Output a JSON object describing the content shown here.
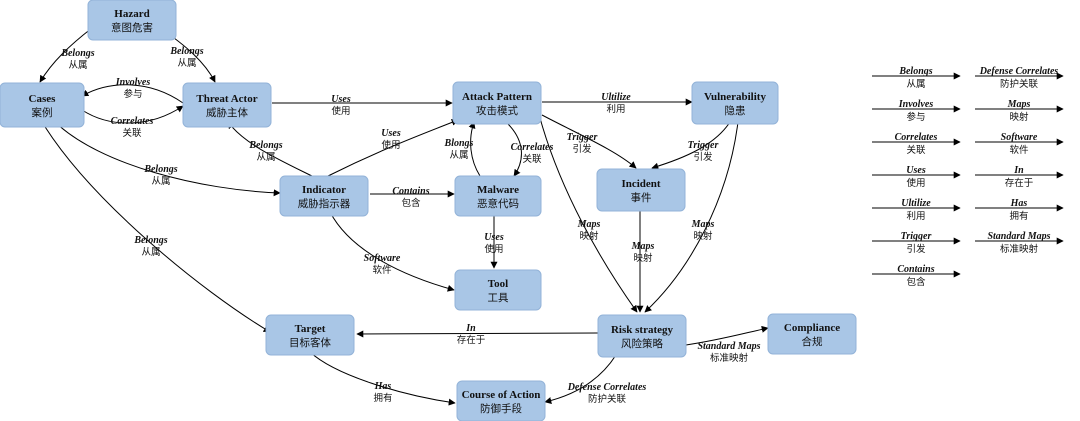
{
  "nodes": [
    {
      "id": "hazard",
      "en": "Hazard",
      "zh": "意图危害"
    },
    {
      "id": "cases",
      "en": "Cases",
      "zh": "案例"
    },
    {
      "id": "threat_actor",
      "en": "Threat Actor",
      "zh": "威胁主体"
    },
    {
      "id": "attack_pattern",
      "en": "Attack Pattern",
      "zh": "攻击模式"
    },
    {
      "id": "vulnerability",
      "en": "Vulnerability",
      "zh": "隐患"
    },
    {
      "id": "indicator",
      "en": "Indicator",
      "zh": "威胁指示器"
    },
    {
      "id": "malware",
      "en": "Malware",
      "zh": "恶意代码"
    },
    {
      "id": "incident",
      "en": "Incident",
      "zh": "事件"
    },
    {
      "id": "tool",
      "en": "Tool",
      "zh": "工具"
    },
    {
      "id": "target",
      "en": "Target",
      "zh": "目标客体"
    },
    {
      "id": "risk_strategy",
      "en": "Risk strategy",
      "zh": "风险策略"
    },
    {
      "id": "compliance",
      "en": "Compliance",
      "zh": "合规"
    },
    {
      "id": "course_of_action",
      "en": "Course of Action",
      "zh": "防御手段"
    }
  ],
  "edge_labels": [
    {
      "id": "hazard_cases",
      "en": "Belongs",
      "zh": "从属"
    },
    {
      "id": "hazard_threat",
      "en": "Belongs",
      "zh": "从属"
    },
    {
      "id": "involves",
      "en": "Involves",
      "zh": "参与"
    },
    {
      "id": "correlates_cases",
      "en": "Correlates",
      "zh": "关联"
    },
    {
      "id": "uses_ta_ap",
      "en": "Uses",
      "zh": "使用"
    },
    {
      "id": "utilize",
      "en": "Ultilize",
      "zh": "利用"
    },
    {
      "id": "belongs_ind_ta",
      "en": "Belongs",
      "zh": "从属"
    },
    {
      "id": "uses_ind_ap",
      "en": "Uses",
      "zh": "使用"
    },
    {
      "id": "blongs_mal_ap",
      "en": "Blongs",
      "zh": "从属"
    },
    {
      "id": "correlates_ap_mal",
      "en": "Correlates",
      "zh": "关联"
    },
    {
      "id": "trigger_ap",
      "en": "Trigger",
      "zh": "引发"
    },
    {
      "id": "trigger_vul",
      "en": "Trigger",
      "zh": "引发"
    },
    {
      "id": "belongs_cases_ind",
      "en": "Belongs",
      "zh": "从属"
    },
    {
      "id": "contains",
      "en": "Contains",
      "zh": "包含"
    },
    {
      "id": "maps_ap_risk",
      "en": "Maps",
      "zh": "映射"
    },
    {
      "id": "maps_inc_risk",
      "en": "Maps",
      "zh": "映射"
    },
    {
      "id": "maps_vul_risk",
      "en": "Maps",
      "zh": "映射"
    },
    {
      "id": "belongs_cases_target",
      "en": "Belongs",
      "zh": "从属"
    },
    {
      "id": "uses_mal_tool",
      "en": "Uses",
      "zh": "使用"
    },
    {
      "id": "software",
      "en": "Software",
      "zh": "软件"
    },
    {
      "id": "in",
      "en": "In",
      "zh": "存在于"
    },
    {
      "id": "standard_maps",
      "en": "Standard Maps",
      "zh": "标准映射"
    },
    {
      "id": "has",
      "en": "Has",
      "zh": "拥有"
    },
    {
      "id": "defense_correlates",
      "en": "Defense Correlates",
      "zh": "防护关联"
    }
  ],
  "legend": [
    {
      "en": "Belongs",
      "zh": "从属"
    },
    {
      "en": "Involves",
      "zh": "参与"
    },
    {
      "en": "Correlates",
      "zh": "关联"
    },
    {
      "en": "Uses",
      "zh": "使用"
    },
    {
      "en": "Ultilize",
      "zh": "利用"
    },
    {
      "en": "Trigger",
      "zh": "引发"
    },
    {
      "en": "Contains",
      "zh": "包含"
    },
    {
      "en": "Defense Correlates",
      "zh": "防护关联"
    },
    {
      "en": "Maps",
      "zh": "映射"
    },
    {
      "en": "Software",
      "zh": "软件"
    },
    {
      "en": "In",
      "zh": "存在于"
    },
    {
      "en": "Has",
      "zh": "拥有"
    },
    {
      "en": "Standard Maps",
      "zh": "标准映射"
    }
  ]
}
